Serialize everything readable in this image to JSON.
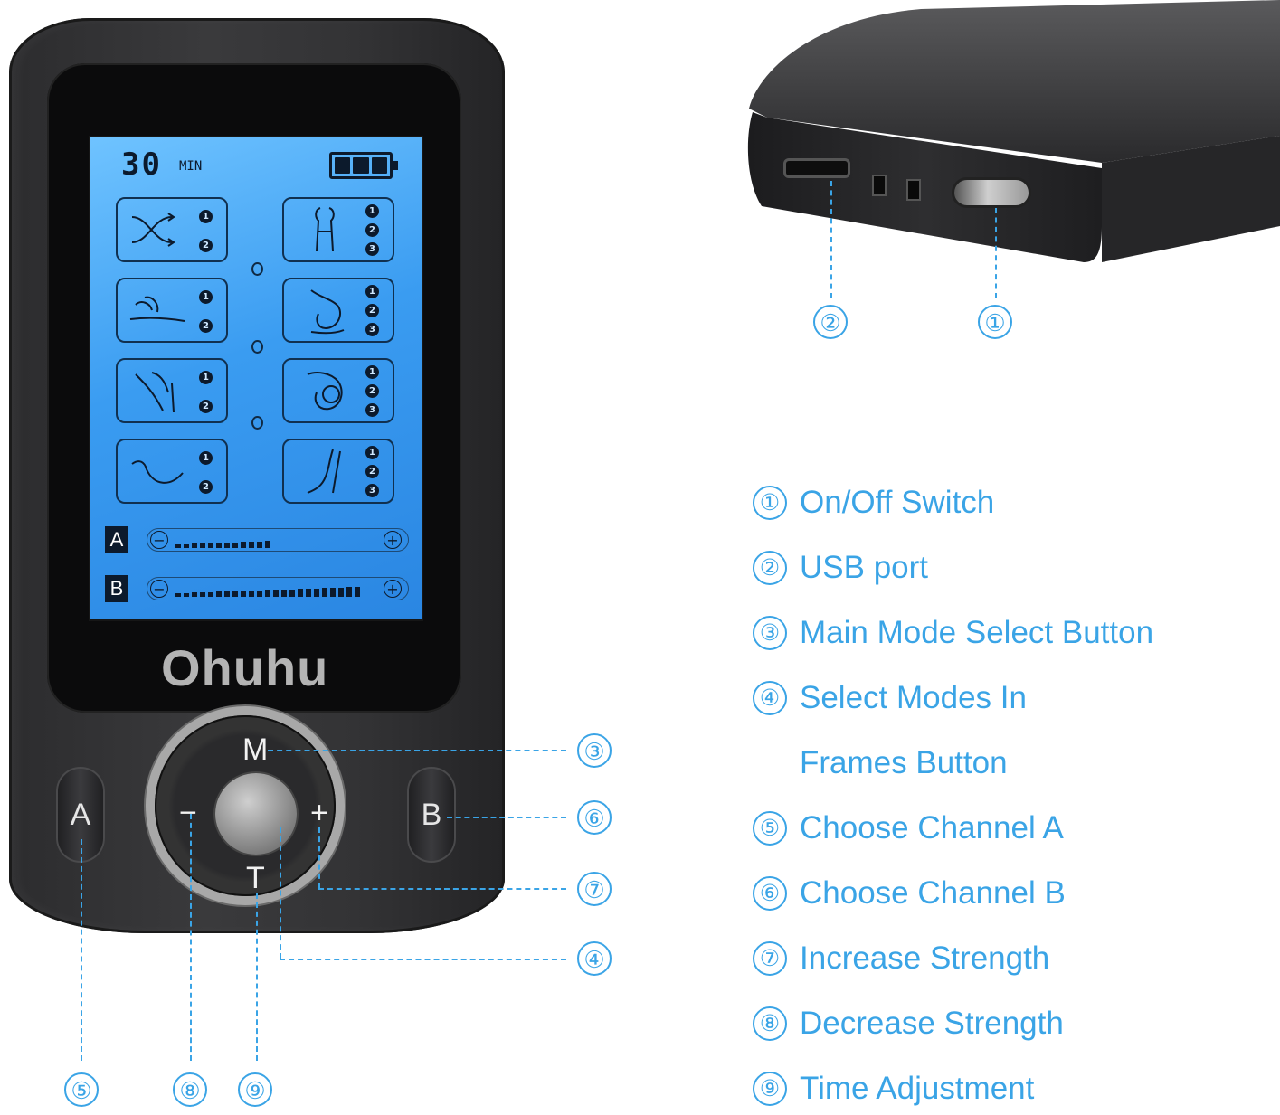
{
  "device": {
    "brand": "Ohuhu",
    "lcd": {
      "timer_value": "30",
      "timer_unit": "MIN",
      "battery_level": 3,
      "frame_numbers_two": [
        "1",
        "2"
      ],
      "frame_numbers_three": [
        "1",
        "2",
        "3"
      ],
      "channel_a": {
        "label": "A",
        "minus": "−",
        "plus": "+",
        "level_fraction": 0.48
      },
      "channel_b": {
        "label": "B",
        "minus": "−",
        "plus": "+",
        "level_fraction": 0.9
      }
    },
    "buttons": {
      "channel_a": "A",
      "channel_b": "B",
      "mode": "M",
      "time": "T",
      "minus": "−",
      "plus": "+"
    }
  },
  "callouts": {
    "n1": "①",
    "n2": "②",
    "n3": "③",
    "n4": "④",
    "n5": "⑤",
    "n6": "⑥",
    "n7": "⑦",
    "n8": "⑧",
    "n9": "⑨"
  },
  "legend": [
    {
      "num": "①",
      "text": "On/Off Switch"
    },
    {
      "num": "②",
      "text": "USB port"
    },
    {
      "num": "③",
      "text": "Main Mode Select Button"
    },
    {
      "num": "④",
      "text": "Select Modes In"
    },
    {
      "num": "",
      "text": "Frames Button"
    },
    {
      "num": "⑤",
      "text": "Choose Channel A"
    },
    {
      "num": "⑥",
      "text": "Choose Channel B"
    },
    {
      "num": "⑦",
      "text": "Increase Strength"
    },
    {
      "num": "⑧",
      "text": "Decrease Strength"
    },
    {
      "num": "⑨",
      "text": "Time Adjustment"
    }
  ],
  "colors": {
    "accent": "#3aa4e6",
    "lcd_blue": "#3a9cf1",
    "device_body": "#333335"
  }
}
